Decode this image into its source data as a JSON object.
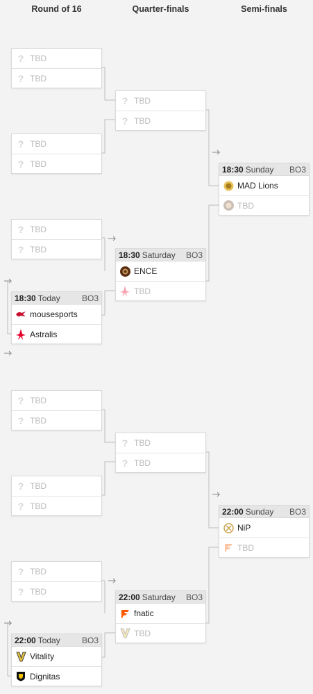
{
  "rounds": {
    "r16": "Round of 16",
    "qf": "Quarter-finals",
    "sf": "Semi-finals"
  },
  "tbd": "TBD",
  "matches": {
    "m5": {
      "time": "18:30",
      "day": "Today",
      "bo": "BO3",
      "team1": "mousesports",
      "team2": "Astralis"
    },
    "q3": {
      "time": "18:30",
      "day": "Saturday",
      "bo": "BO3",
      "team1": "ENCE",
      "team2": "TBD"
    },
    "s1": {
      "time": "18:30",
      "day": "Sunday",
      "bo": "BO3",
      "team1": "MAD Lions",
      "team2": "TBD"
    },
    "s2": {
      "time": "22:00",
      "day": "Sunday",
      "bo": "BO3",
      "team1": "NiP",
      "team2": "TBD"
    },
    "q6": {
      "time": "22:00",
      "day": "Saturday",
      "bo": "BO3",
      "team1": "fnatic",
      "team2": "TBD"
    },
    "m10": {
      "time": "22:00",
      "day": "Today",
      "bo": "BO3",
      "team1": "Vitality",
      "team2": "Dignitas"
    }
  },
  "icons": {
    "tbd": "question-mark-icon",
    "mousesports": "mousesports-logo-icon",
    "astralis": "astralis-logo-icon",
    "ence": "ence-logo-icon",
    "mad_lions": "mad-lions-logo-icon",
    "nip": "nip-logo-icon",
    "fnatic": "fnatic-logo-icon",
    "vitality": "vitality-logo-icon",
    "dignitas": "dignitas-logo-icon"
  }
}
